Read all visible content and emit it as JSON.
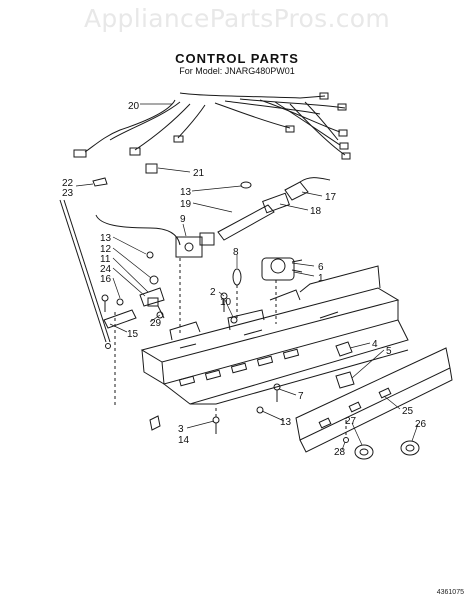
{
  "watermark": "AppliancePartsPros.com",
  "title": "CONTROL PARTS",
  "subtitle": "For Model: JNARG480PW01",
  "footer_code": "4361075",
  "callouts": [
    "20",
    "21",
    "22",
    "23",
    "13",
    "19",
    "17",
    "18",
    "9",
    "8",
    "6",
    "1",
    "13",
    "12",
    "11",
    "24",
    "16",
    "2",
    "10",
    "29",
    "15",
    "4",
    "5",
    "7",
    "3",
    "14",
    "13",
    "25",
    "26",
    "27",
    "28"
  ]
}
